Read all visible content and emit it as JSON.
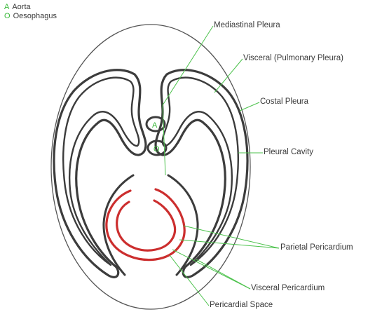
{
  "legend": [
    {
      "symbol": "A",
      "text": "Aorta"
    },
    {
      "symbol": "O",
      "text": "Oesophagus"
    }
  ],
  "structure_letters": {
    "aorta": "A",
    "oesophagus": "O"
  },
  "labels": {
    "mediastinal_pleura": "Mediastinal Pleura",
    "visceral_pleura": "Visceral (Pulmonary Pleura)",
    "costal_pleura": "Costal Pleura",
    "pleural_cavity": "Pleural Cavity",
    "parietal_pericardium": "Parietal Pericardium",
    "visceral_pericardium": "Visceral Pericardium",
    "pericardial_space": "Pericardial Space"
  },
  "colors": {
    "pleura_outline": "#3c3c3c",
    "outer_boundary": "#555555",
    "pericardium": "#cc2e2e",
    "leader_lines": "#4cc24c",
    "legend_symbols": "#38b838"
  }
}
